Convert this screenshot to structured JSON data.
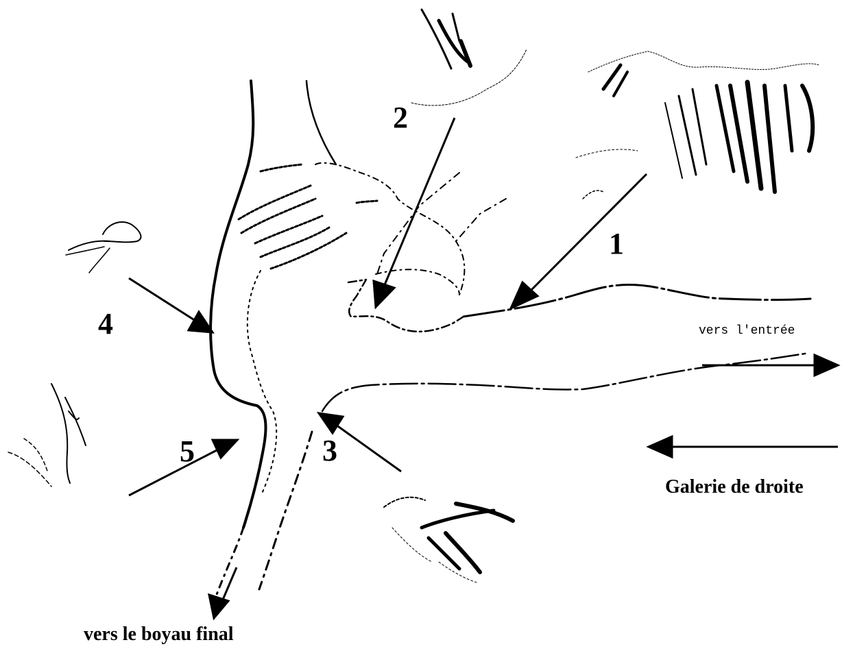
{
  "markers": {
    "m1": "1",
    "m2": "2",
    "m3": "3",
    "m4": "4",
    "m5": "5"
  },
  "labels": {
    "entrance": "vers l'entrée",
    "right_gallery": "Galerie de droite",
    "final_passage": "vers le boyau final"
  },
  "colors": {
    "ink": "#000000",
    "background": "#ffffff"
  }
}
